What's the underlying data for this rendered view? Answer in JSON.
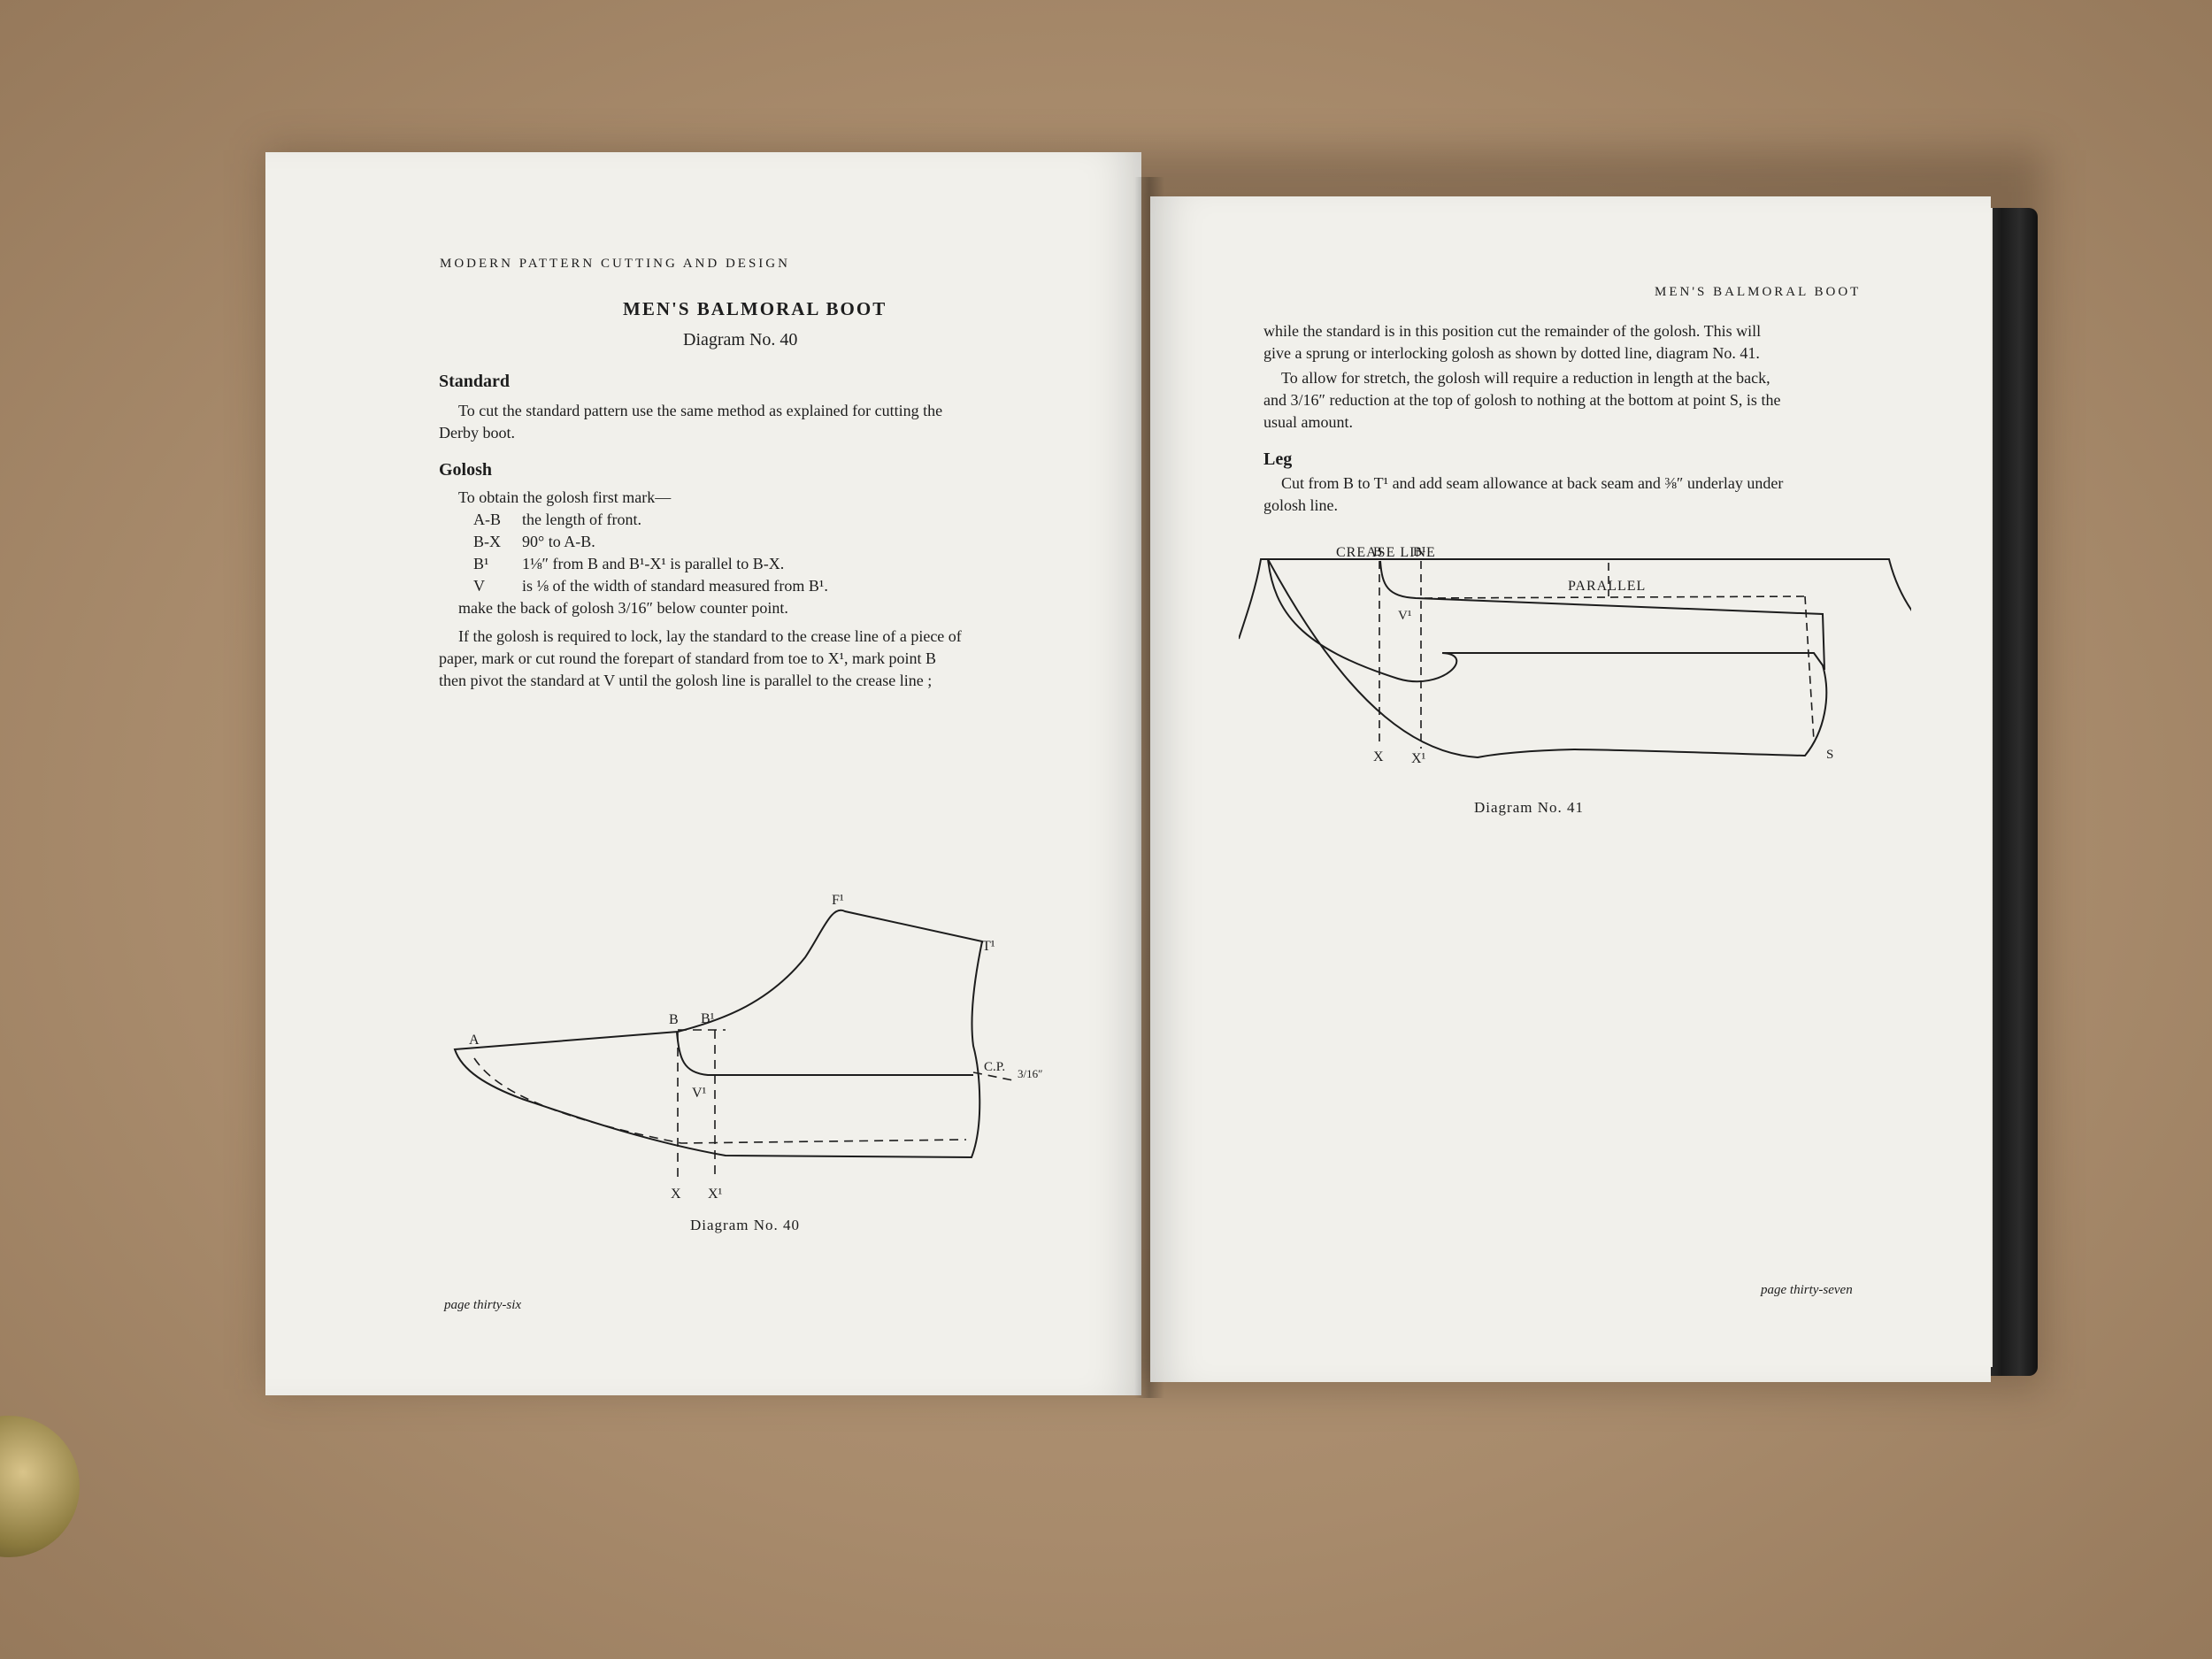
{
  "left_page": {
    "running_head": "Modern Pattern Cutting and Design",
    "title": "MEN'S BALMORAL BOOT",
    "subtitle": "Diagram No. 40",
    "standard": {
      "heading": "Standard",
      "text_1": "To cut the standard pattern use the same method as explained for cutting the",
      "text_2": "Derby boot."
    },
    "golosh": {
      "heading": "Golosh",
      "intro": "To obtain the golosh first mark—",
      "items": [
        {
          "key": "A-B",
          "text": "the length of front."
        },
        {
          "key": "B-X",
          "text": "90° to A-B."
        },
        {
          "key": "B¹",
          "text": "1⅛″ from B and B¹-X¹ is parallel to B-X."
        },
        {
          "key": "V",
          "text": "is ⅛ of the width of standard measured from B¹."
        }
      ],
      "last_line": "make the back of golosh 3/16″ below counter point.",
      "para_1": "If the golosh is required to lock, lay the standard to the crease line of a piece of",
      "para_2": "paper, mark or cut round the forepart of standard from toe to X¹, mark point B",
      "para_3": "then pivot the standard at V until the golosh line is parallel to the crease line ;"
    },
    "diagram": {
      "labels": {
        "a": "A",
        "b": "B",
        "b1": "B¹",
        "f1": "F¹",
        "t1": "T¹",
        "cp": "C.P.",
        "frac": "3/16″",
        "v1": "V¹",
        "x": "X",
        "x1": "X¹"
      },
      "caption": "Diagram No. 40"
    },
    "folio": "page thirty-six"
  },
  "right_page": {
    "running_head": "Men's Balmoral Boot",
    "para_1": "while the standard is in this position cut the remainder of the golosh. This will",
    "para_2": "give a sprung or interlocking golosh as shown by dotted line, diagram No. 41.",
    "para_3": "To allow for stretch, the golosh will require a reduction in length at the back,",
    "para_4": "and 3/16″ reduction at the top of golosh to nothing at the bottom at point S, is the",
    "para_5": "usual amount.",
    "leg": {
      "heading": "Leg",
      "text_1": "Cut from B to T¹ and add seam allowance at back seam and ⅜″ underlay under",
      "text_2": "golosh line."
    },
    "diagram": {
      "labels": {
        "crease": "CREASE LINE",
        "b": "B",
        "b1": "B¹",
        "parallel": "PARALLEL",
        "v1": "V¹",
        "x": "X",
        "x1": "X¹",
        "s": "S"
      },
      "caption": "Diagram No. 41"
    },
    "folio": "page thirty-seven"
  }
}
